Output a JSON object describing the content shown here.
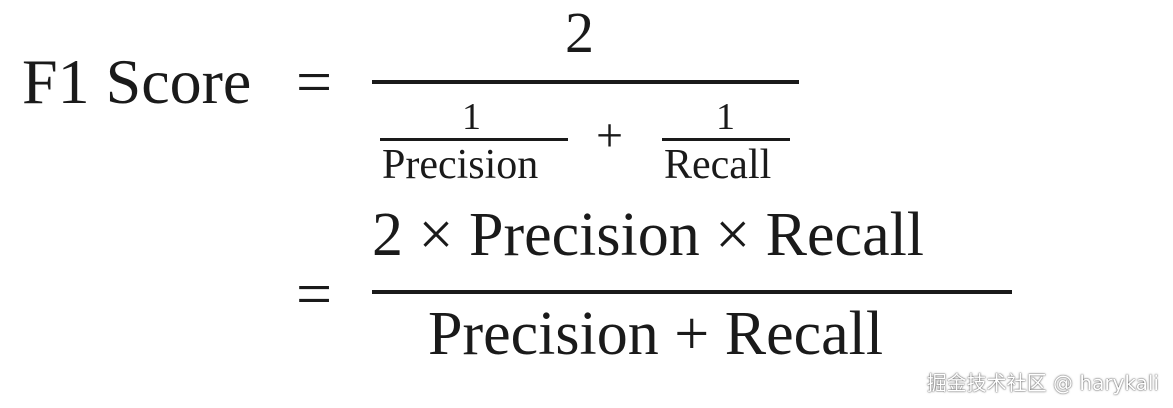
{
  "formula": {
    "lhs": "F1 Score",
    "equals": "=",
    "line1": {
      "numerator": "2",
      "denominator": {
        "term1": {
          "numerator": "1",
          "denominator": "Precision"
        },
        "plus": "+",
        "term2": {
          "numerator": "1",
          "denominator": "Recall"
        }
      }
    },
    "line2": {
      "equals": "=",
      "numerator": "2 × Precision × Recall",
      "denominator": "Precision + Recall"
    }
  },
  "watermark": "掘金技术社区 @ harykali"
}
